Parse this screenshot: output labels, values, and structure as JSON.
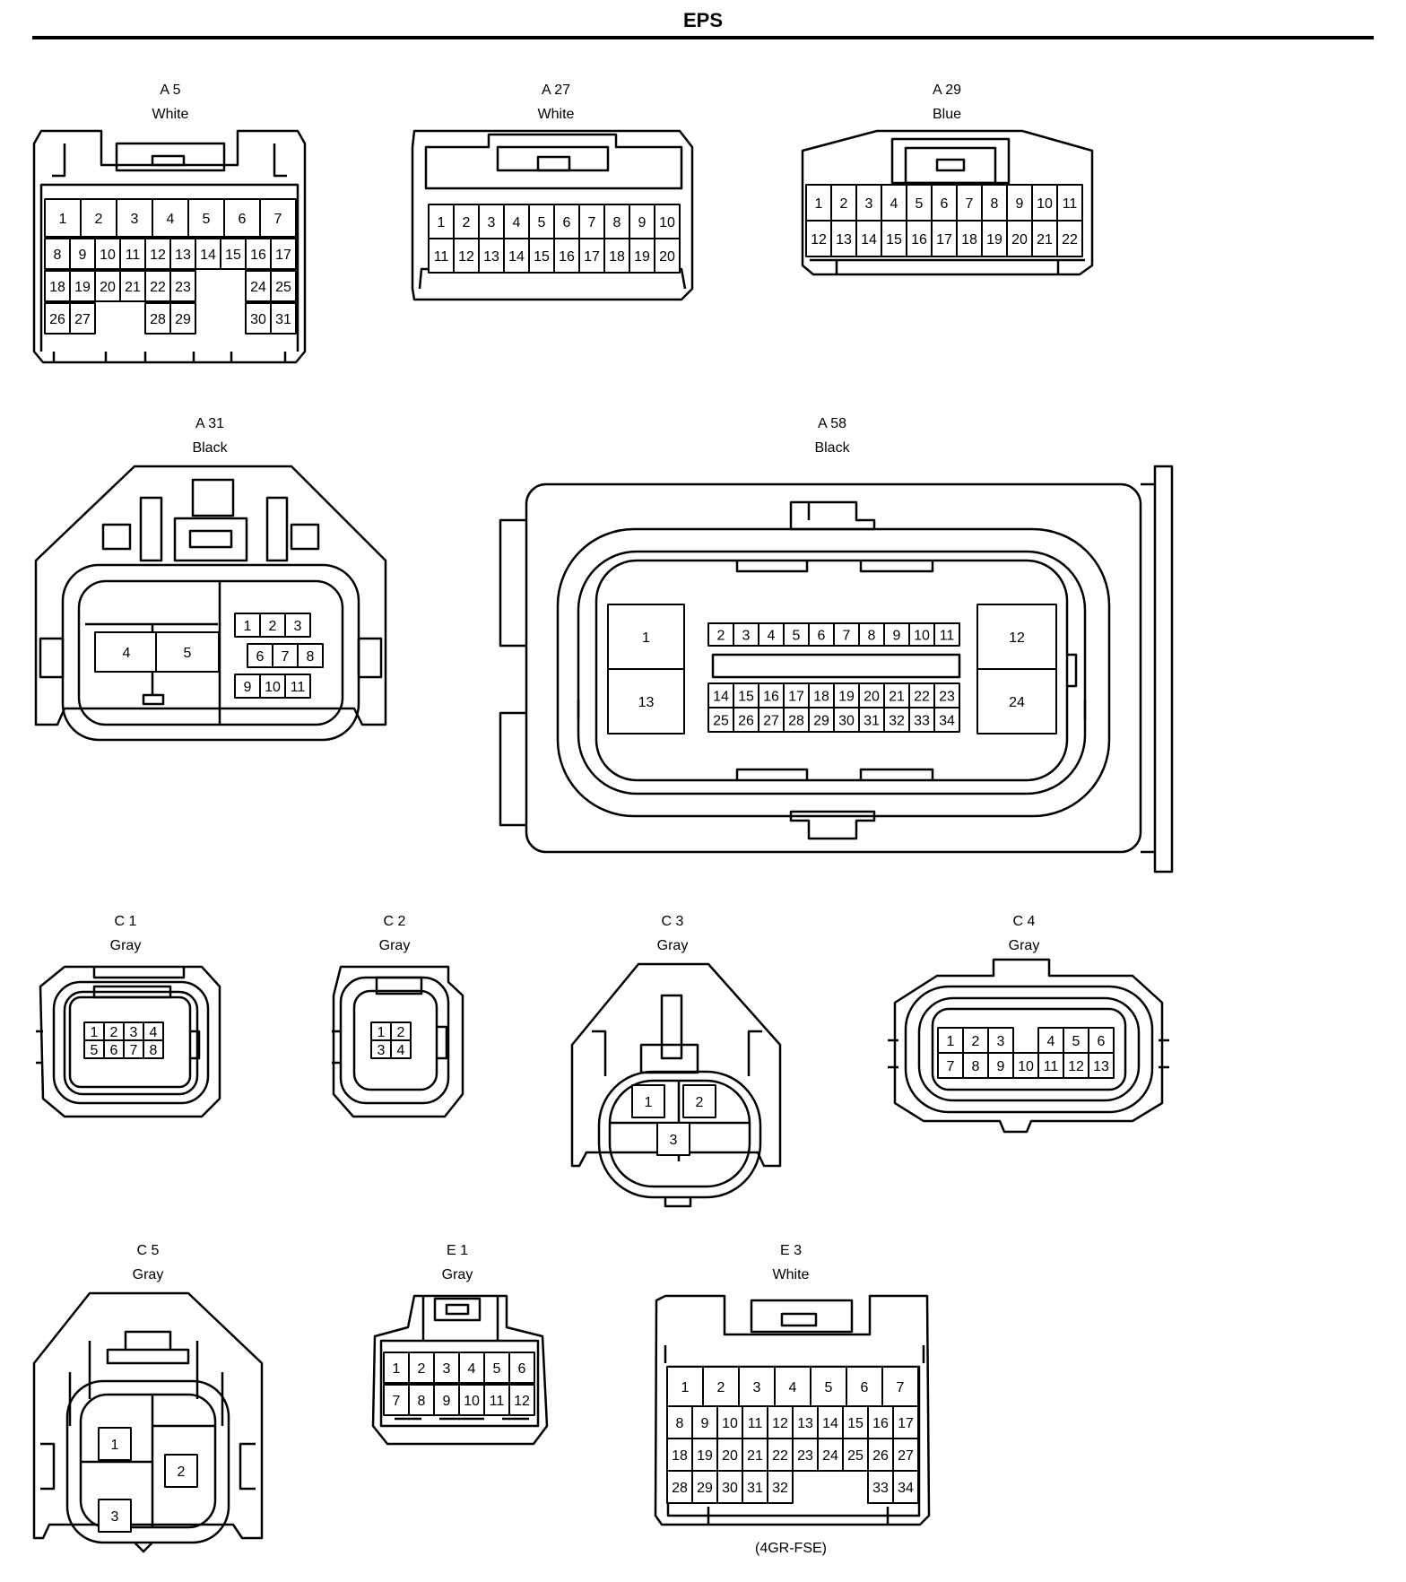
{
  "title": "EPS",
  "connectors": [
    {
      "id": "A 5",
      "color": "White"
    },
    {
      "id": "A 27",
      "color": "White"
    },
    {
      "id": "A 29",
      "color": "Blue"
    },
    {
      "id": "A 31",
      "color": "Black"
    },
    {
      "id": "A 58",
      "color": "Black"
    },
    {
      "id": "C 1",
      "color": "Gray"
    },
    {
      "id": "C 2",
      "color": "Gray"
    },
    {
      "id": "C 3",
      "color": "Gray"
    },
    {
      "id": "C 4",
      "color": "Gray"
    },
    {
      "id": "C 5",
      "color": "Gray"
    },
    {
      "id": "E 1",
      "color": "Gray"
    },
    {
      "id": "E 3",
      "color": "White",
      "note": "(4GR-FSE)"
    }
  ],
  "pins": {
    "A5": [
      "1",
      "2",
      "3",
      "4",
      "5",
      "6",
      "7",
      "8",
      "9",
      "10",
      "11",
      "12",
      "13",
      "14",
      "15",
      "16",
      "17",
      "18",
      "19",
      "20",
      "21",
      "22",
      "23",
      "24",
      "25",
      "26",
      "27",
      "28",
      "29",
      "30",
      "31"
    ],
    "A27": [
      "1",
      "2",
      "3",
      "4",
      "5",
      "6",
      "7",
      "8",
      "9",
      "10",
      "11",
      "12",
      "13",
      "14",
      "15",
      "16",
      "17",
      "18",
      "19",
      "20"
    ],
    "A29": [
      "1",
      "2",
      "3",
      "4",
      "5",
      "6",
      "7",
      "8",
      "9",
      "10",
      "11",
      "12",
      "13",
      "14",
      "15",
      "16",
      "17",
      "18",
      "19",
      "20",
      "21",
      "22"
    ],
    "A31": [
      "1",
      "2",
      "3",
      "4",
      "5",
      "6",
      "7",
      "8",
      "9",
      "10",
      "11"
    ],
    "A58": [
      "1",
      "2",
      "3",
      "4",
      "5",
      "6",
      "7",
      "8",
      "9",
      "10",
      "11",
      "12",
      "13",
      "14",
      "15",
      "16",
      "17",
      "18",
      "19",
      "20",
      "21",
      "22",
      "23",
      "24",
      "25",
      "26",
      "27",
      "28",
      "29",
      "30",
      "31",
      "32",
      "33",
      "34"
    ],
    "C1": [
      "1",
      "2",
      "3",
      "4",
      "5",
      "6",
      "7",
      "8"
    ],
    "C2": [
      "1",
      "2",
      "3",
      "4"
    ],
    "C3": [
      "1",
      "2",
      "3"
    ],
    "C4": [
      "1",
      "2",
      "3",
      "4",
      "5",
      "6",
      "7",
      "8",
      "9",
      "10",
      "11",
      "12",
      "13"
    ],
    "C5": [
      "1",
      "2",
      "3"
    ],
    "E1": [
      "1",
      "2",
      "3",
      "4",
      "5",
      "6",
      "7",
      "8",
      "9",
      "10",
      "11",
      "12"
    ],
    "E3": [
      "1",
      "2",
      "3",
      "4",
      "5",
      "6",
      "7",
      "8",
      "9",
      "10",
      "11",
      "12",
      "13",
      "14",
      "15",
      "16",
      "17",
      "18",
      "19",
      "20",
      "21",
      "22",
      "23",
      "24",
      "25",
      "26",
      "27",
      "28",
      "29",
      "30",
      "31",
      "32",
      "33",
      "34"
    ]
  }
}
